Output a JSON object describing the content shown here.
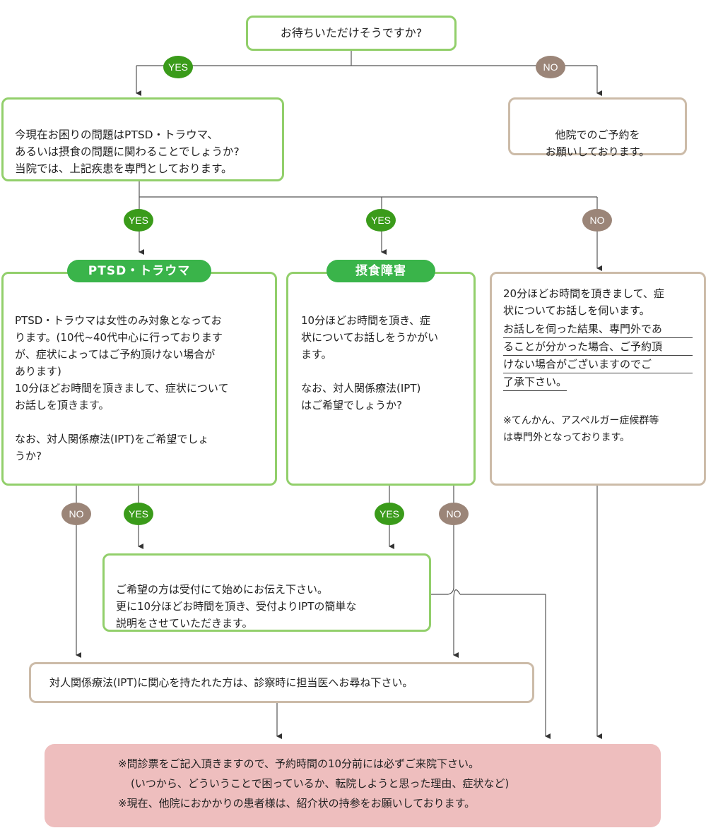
{
  "question_top": "お待ちいただけそうですか?",
  "badges": {
    "yes": "YES",
    "no": "NO"
  },
  "box_other_clinic": "他院でのご予約を\nお願いしております。",
  "box_problem_question": "今現在お困りの問題はPTSD・トラウマ、\nあるいは摂食の問題に関わることでしょうか?\n当院では、上記疾患を専門としております。",
  "ptsd": {
    "header": "PTSD・トラウマ",
    "body": "PTSD・トラウマは女性のみ対象となってお\nります。(10代~40代中心に行っております\nが、症状によってはご予約頂けない場合が\nあります)\n10分ほどお時間を頂きまして、症状について\nお話しを頂きます。\n\nなお、対人関係療法(IPT)をご希望でしょ\nうか?"
  },
  "eating": {
    "header": "摂食障害",
    "body": "10分ほどお時間を頂き、症\n状についてお話しをうかがい\nます。\n\nなお、対人関係療法(IPT)\nはご希望でしょうか?"
  },
  "other_consult": {
    "line1": "20分ほどお時間を頂きまして、症",
    "line2": "状についてお話しを伺います。",
    "u1": "お話しを伺った結果、専門外であ",
    "u2": "ることが分かった場合、ご予約頂",
    "u3": "けない場合がございますのでご",
    "u4": "了承下さい。",
    "note": "※てんかん、アスペルガー症候群等\n  は専門外となっております。"
  },
  "box_ipt_wish": "ご希望の方は受付にて始めにお伝え下さい。\n更に10分ほどお時間を頂き、受付よりIPTの簡単な\n説明をさせていただきます。",
  "box_ipt_interest": "対人関係療法(IPT)に関心を持たれた方は、診察時に担当医へお尋ね下さい。",
  "final": {
    "line1": "※問診票をご記入頂きますので、予約時間の10分前には必ずご来院下さい。",
    "line2": "(いつから、どういうことで困っているか、転院しようと思った理由、症状など)",
    "line3": "※現在、他院におかかりの患者様は、紹介状の持参をお願いしております。"
  },
  "colors": {
    "green_border": "#92cf6b",
    "beige_border": "#ccbba8",
    "yes_badge": "#3a9b1a",
    "no_badge": "#9b8578",
    "header_green": "#3ab44a",
    "final_bg": "#eebebe"
  }
}
